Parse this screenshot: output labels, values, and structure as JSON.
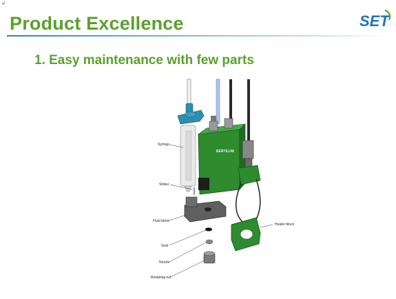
{
  "slide": {
    "corner_mark": "↲",
    "title": "Product Excellence",
    "subtitle": "1. Easy maintenance with few parts",
    "logo_text": "SET",
    "device_brand_text": "BERTILUM"
  },
  "labels": {
    "syringe": "Syringe",
    "striker": "Striker",
    "fluid_block": "Fluid block",
    "seal": "Seal",
    "nozzle": "Nozzle",
    "retaining_nut": "Retaining nut",
    "heater_block": "Heater block"
  },
  "colors": {
    "title_green": "#5aa02c",
    "logo_blue": "#1e73be",
    "logo_green": "#5aa02c",
    "body_green": "#2e8b2e",
    "fitting_teal": "#2a8fb0"
  }
}
